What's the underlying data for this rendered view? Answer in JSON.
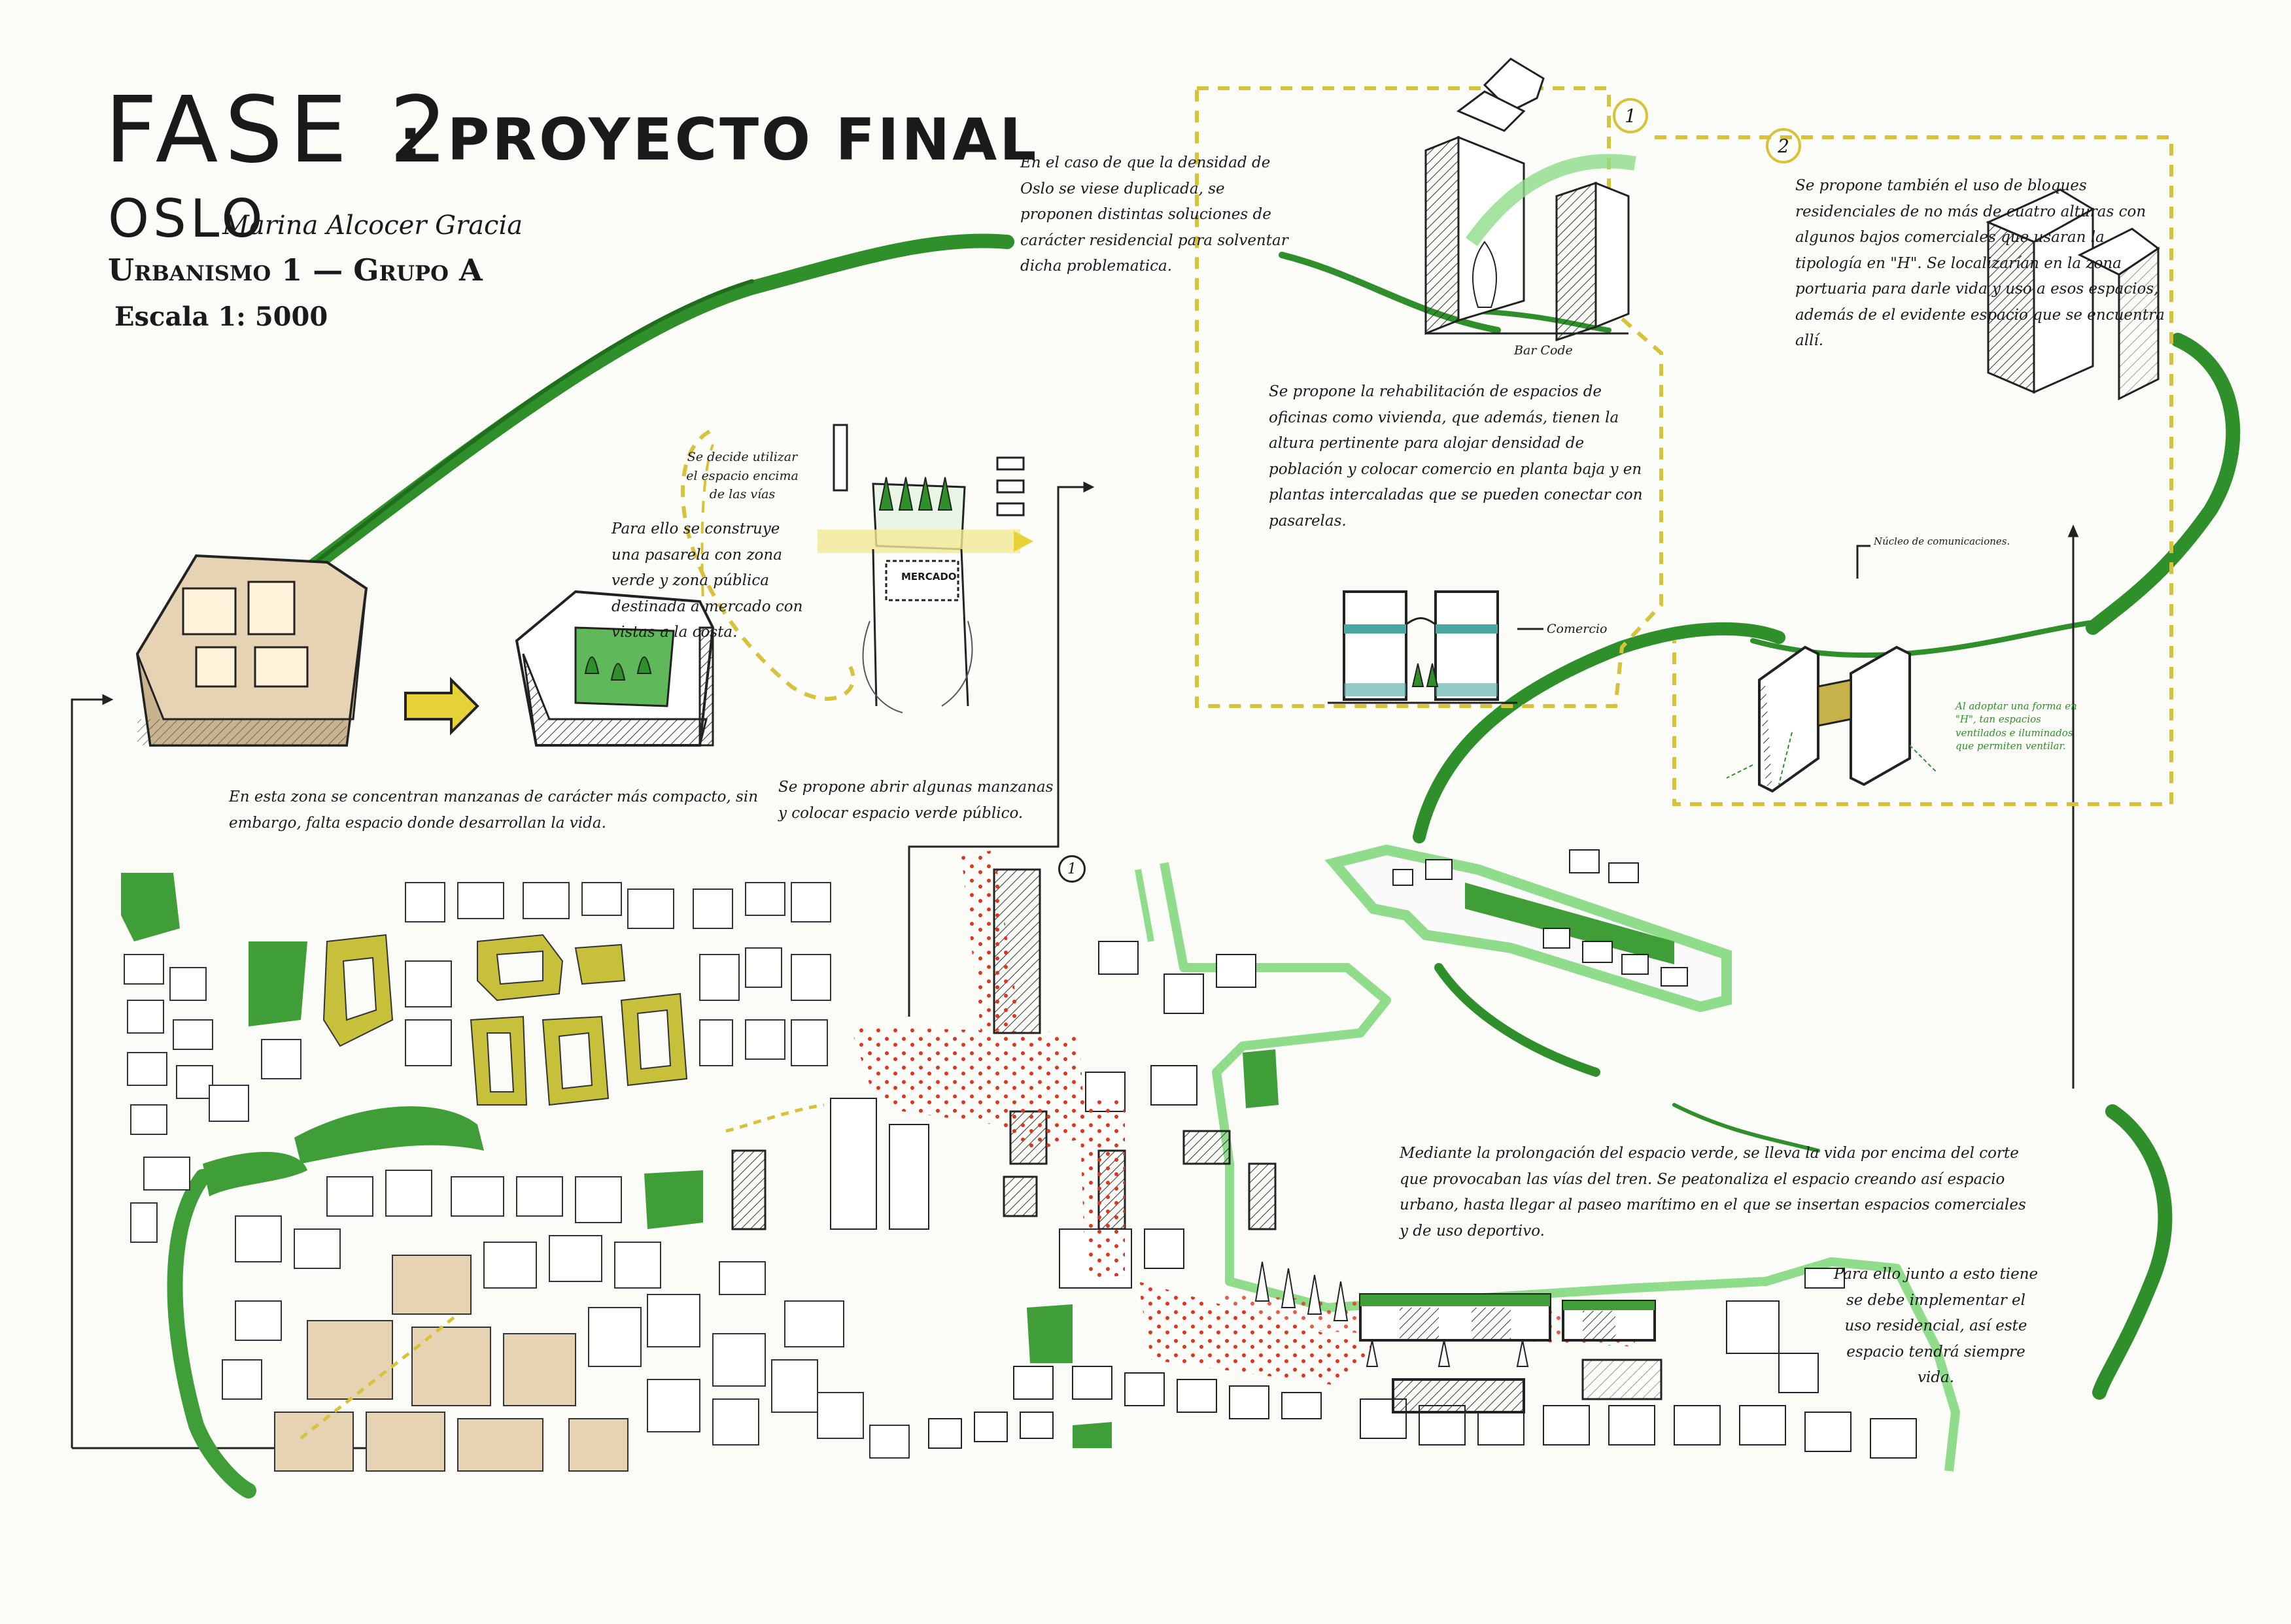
{
  "header": {
    "title_main": "FASE 2",
    "title_sub": ": PROYECTO FINAL",
    "city": "OSLO",
    "author": "Marina Alcocer Gracia",
    "course": "Urbanismo 1 — Grupo A",
    "scale": "Escala 1: 5000"
  },
  "notes": {
    "density": "En el caso de que la densidad de Oslo se viese duplicada, se proponen distintas soluciones de carácter residencial para solventar dicha problematica.",
    "compact": "En esta zona se concentran manzanas de carácter más compacto, sin embargo, falta espacio donde desarrollan la vida.",
    "rails": "Se decide utilizar el espacio encima de las vías",
    "walkway": "Para ello se construye una pasarela con zona verde y zona pública destinada a mercado con vistas a la costa.",
    "open_blocks": "Se propone abrir algunas manzanas y colocar espacio verde público.",
    "offices": "Se propone la rehabilitación de espacios de oficinas como vivienda, que además, tienen la altura pertinente para alojar densidad de población y colocar comercio en planta baja y en plantas intercaladas que se pueden conectar con pasarelas.",
    "h_blocks": "Se propone también el uso de bloques residenciales de no más de cuatro alturas con algunos bajos comerciales que usaran la tipología en \"H\". Se localizarían en la zona portuaria para darle vida y uso a esos espacios, además de el evidente espacio que se encuentra allí.",
    "h_shape": "Al adoptar una forma en \"H\", tan espacios ventilados e iluminados que permiten ventilar.",
    "green_ext": "Mediante la prolongación del espacio verde, se lleva la vida por encima del corte que provocaban las vías del tren. Se peatonaliza el espacio creando así espacio urbano, hasta llegar al paseo marítimo en el que se insertan espacios comerciales y de uso deportivo.",
    "residential": "Para ello junto a esto tiene se debe implementar el uso residencial, así este espacio tendrá siempre vida."
  },
  "labels": {
    "barcode": "Bar Code",
    "mercado": "MERCADO",
    "comercio": "Comercio",
    "nucleo": "Núcleo de comunicaciones.",
    "marker_1": "1",
    "marker_2": "2",
    "marker_1b": "1"
  },
  "colors": {
    "green_dark": "#2f8f2a",
    "green_light": "#8fdc8a",
    "yellow_olive": "#c6c03a",
    "yellow_dash": "#d8c23a",
    "beige": "#e6d3b3",
    "red_dots": "#e0341f",
    "teal": "#4aa6a0"
  }
}
